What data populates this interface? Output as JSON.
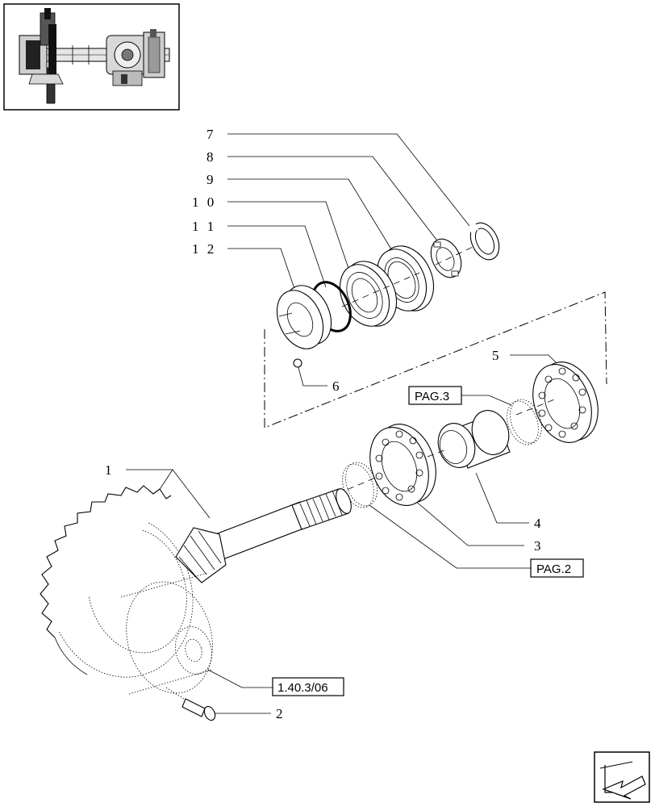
{
  "callouts": {
    "c7": "7",
    "c8": "8",
    "c9": "9",
    "c10": "1 0",
    "c11": "1 1",
    "c12": "1 2",
    "c6": "6",
    "c5": "5",
    "c1": "1",
    "c4": "4",
    "c3": "3",
    "c2": "2"
  },
  "references": {
    "pag3": "PAG.3",
    "pag2": "PAG.2",
    "ref140": "1.40.3/06"
  },
  "icons": {
    "thumbnail": "axle-assembly-thumbnail-icon",
    "nav": "back-arrow-icon"
  }
}
